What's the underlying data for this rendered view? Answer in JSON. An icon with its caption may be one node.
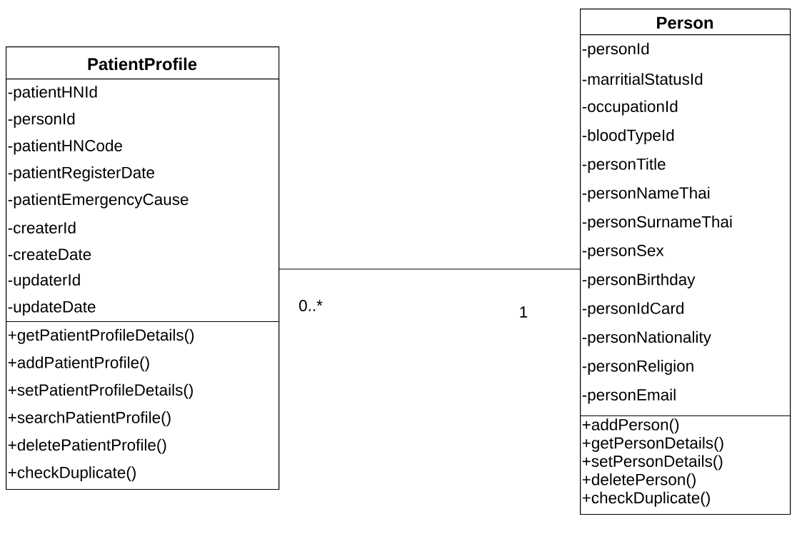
{
  "diagram": {
    "nodes": [
      {
        "text": [
          "PatientProfile"
        ]
      },
      {
        "text": [
          "-patientHNId",
          "-personId",
          "-patientHNCode",
          "-patientRegisterDate",
          "-patientEmergencyCause",
          "-createrId",
          "-createDate",
          "-updaterId",
          "-updateDate"
        ],
        "in": 0
      },
      {
        "text": [
          "+getPatientProfileDetails()",
          "+addPatientProfile()",
          "+setPatientProfileDetails()",
          "+searchPatientProfile()",
          "+deletePatientProfile()",
          "+checkDuplicate()"
        ],
        "in": 0
      },
      {
        "text": [
          "Person"
        ]
      },
      {
        "text": [
          "-personId",
          "-marritialStatusId",
          "-occupationId",
          "-bloodTypeId",
          "-personTitle",
          "-personNameThai",
          "-personSurnameThai",
          "-personSex",
          "-personBirthday",
          "-personIdCard",
          "-personNationality",
          "-personReligion",
          "-personEmail"
        ],
        "in": 3
      },
      {
        "text": [
          "+addPerson()",
          "+getPersonDetails()",
          "+setPersonDetails()",
          "+deletePerson()",
          "+checkDuplicate()"
        ],
        "in": 3
      }
    ],
    "edges": [
      {
        "from": 0,
        "to": 3,
        "arrow": "none"
      }
    ],
    "labels": [
      "0..*",
      "1"
    ]
  }
}
